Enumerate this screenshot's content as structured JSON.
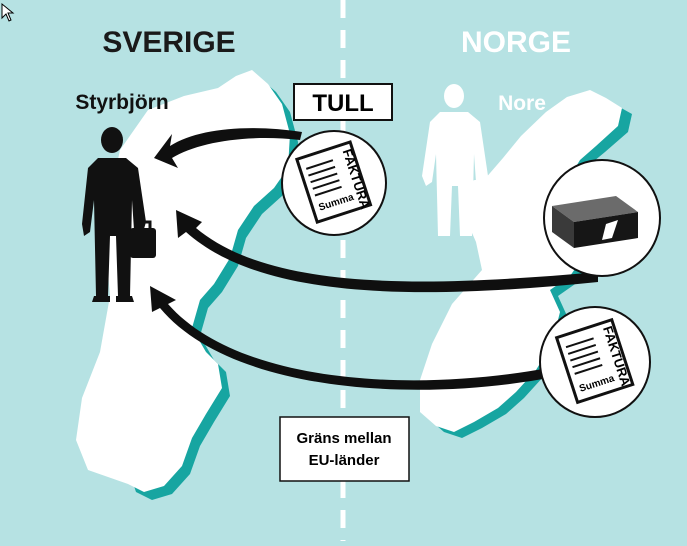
{
  "countries": {
    "left": "SVERIGE",
    "right": "NORGE"
  },
  "people": {
    "left": "Styrbjörn",
    "right": "Nore"
  },
  "customs_label": "TULL",
  "invoice": {
    "title": "FAKTURA",
    "sum_label": "Summa"
  },
  "border_label": {
    "line1": "Gräns mellan",
    "line2": "EU-länder"
  },
  "colors": {
    "water": "#b6e2e3",
    "land": "#ffffff",
    "coast_shadow": "#17a5a1",
    "dark": "#111111"
  }
}
